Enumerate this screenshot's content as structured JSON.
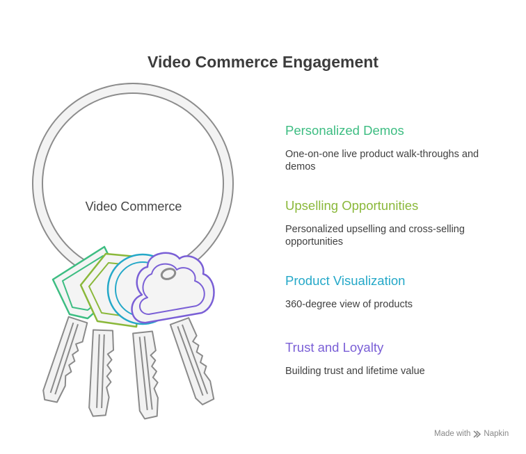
{
  "title": "Video Commerce Engagement",
  "center_label": "Video Commerce",
  "items": [
    {
      "title": "Personalized Demos",
      "desc": "One-on-one live product walk-throughs and demos",
      "color": "#3dbd82"
    },
    {
      "title": "Upselling Opportunities",
      "desc": "Personalized upselling and cross-selling opportunities",
      "color": "#8ab83a"
    },
    {
      "title": "Product Visualization",
      "desc": "360-degree view of products",
      "color": "#24a8c8"
    },
    {
      "title": "Trust and Loyalty",
      "desc": "Building trust and lifetime value",
      "color": "#7a5fd6"
    }
  ],
  "footer": {
    "made_with": "Made with",
    "brand": "Napkin"
  }
}
